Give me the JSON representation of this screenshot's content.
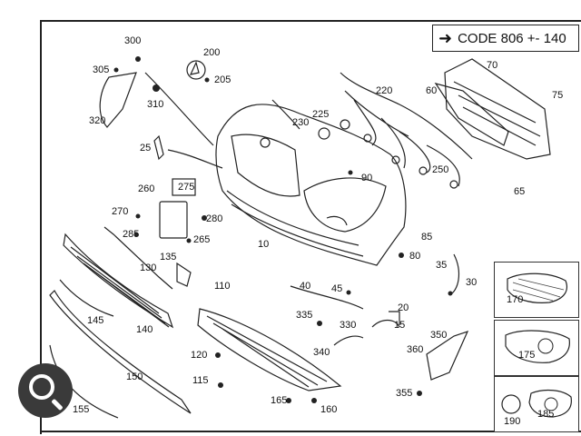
{
  "header_code": {
    "text": "CODE 806 +- 140"
  },
  "callouts": {
    "c300": "300",
    "c200": "200",
    "c305": "305",
    "c205": "205",
    "c310": "310",
    "c320": "320",
    "c25": "25",
    "c220": "220",
    "c225": "225",
    "c230": "230",
    "c60": "60",
    "c70": "70",
    "c75": "75",
    "c90": "90",
    "c250": "250",
    "c65": "65",
    "c260": "260",
    "c275": "275",
    "c270": "270",
    "c280": "280",
    "c285": "285",
    "c265": "265",
    "c10": "10",
    "c135": "135",
    "c130": "130",
    "c85": "85",
    "c80": "80",
    "c35": "35",
    "c30": "30",
    "c40": "40",
    "c45": "45",
    "c110": "110",
    "c20": "20",
    "c335": "335",
    "c15": "15",
    "c330": "330",
    "c145": "145",
    "c140": "140",
    "c340": "340",
    "c350": "350",
    "c360": "360",
    "c120": "120",
    "c115": "115",
    "c150": "150",
    "c355": "355",
    "c165": "165",
    "c160": "160",
    "c155": "155",
    "c170": "170",
    "c175": "175",
    "c185": "185",
    "c190": "190"
  },
  "icons": {
    "search_lens": "magnifier-icon",
    "arrow": "right-arrow-icon"
  }
}
